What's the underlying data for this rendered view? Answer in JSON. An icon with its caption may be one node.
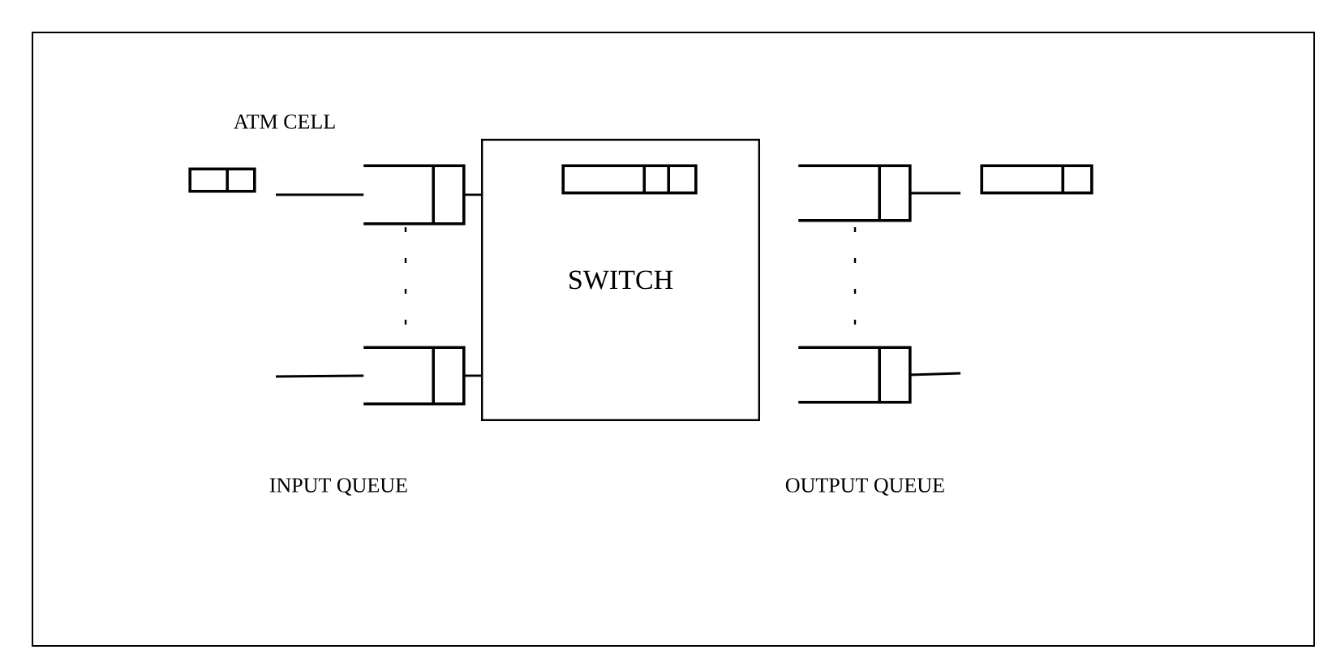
{
  "diagram": {
    "nodes": [
      {
        "text": [],
        "shape": "box"
      },
      {
        "text": [],
        "shape": "box"
      },
      {
        "text": [],
        "shape": "box"
      },
      {
        "text": [
          "SWITCH"
        ]
      },
      {
        "text": [],
        "shape": "box",
        "in": 3
      },
      {
        "text": [],
        "shape": "box"
      },
      {
        "text": [],
        "shape": "box"
      },
      {
        "text": [],
        "shape": "box"
      }
    ],
    "edges": [
      {
        "from": 0,
        "to": 1,
        "arrow": "none"
      },
      {
        "from": 1,
        "to": 3,
        "arrow": "none"
      },
      {
        "from": null,
        "to": 2,
        "arrow": "none"
      },
      {
        "from": 2,
        "to": 3,
        "arrow": "none"
      },
      {
        "from": 5,
        "to": null,
        "arrow": "none"
      },
      {
        "from": 6,
        "to": null,
        "arrow": "none"
      }
    ],
    "labels": [
      "ATM CELL",
      "INPUT QUEUE",
      "OUTPUT QUEUE"
    ]
  }
}
